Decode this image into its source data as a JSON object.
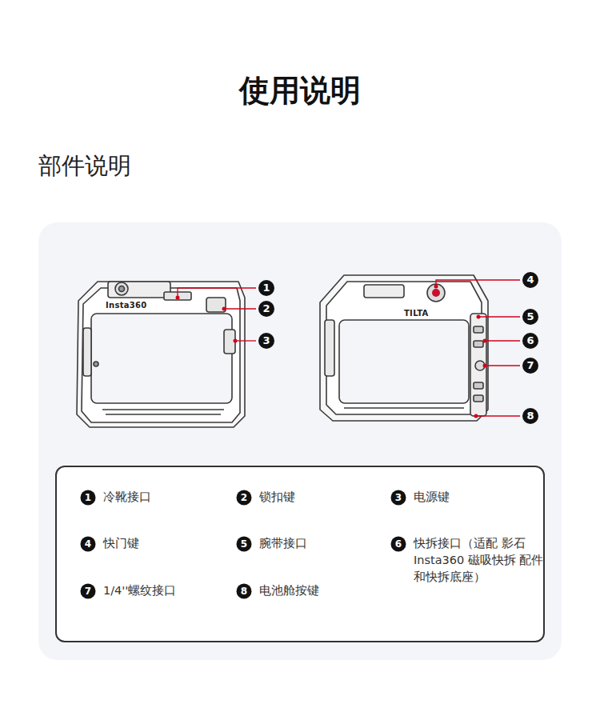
{
  "diagram": {
    "title": "使用说明",
    "labels": [
      "部件说明",
      "Insta360",
      "TILTA",
      "1",
      "2",
      "3",
      "4",
      "5",
      "6",
      "7",
      "8",
      "1",
      "冷靴接口",
      "2",
      "锁扣键",
      "3",
      "电源键",
      "4",
      "快门键",
      "5",
      "腕带接口",
      "6",
      "快拆接口（适配 影石Insta360 磁吸快拆 配件和快拆底座）",
      "7",
      "1/4''螺纹接口",
      "8",
      "电池舱按键"
    ]
  }
}
